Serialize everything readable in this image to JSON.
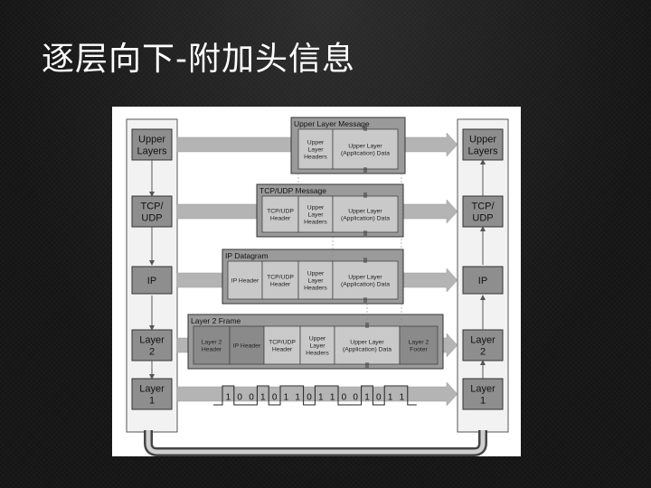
{
  "slide": {
    "title": "逐层向下-附加头信息"
  },
  "diagram": {
    "stack_left": {
      "layers": [
        "Upper\nLayers",
        "TCP/\nUDP",
        "IP",
        "Layer\n2",
        "Layer\n1"
      ]
    },
    "stack_right": {
      "layers": [
        "Upper\nLayers",
        "TCP/\nUDP",
        "IP",
        "Layer\n2",
        "Layer\n1"
      ]
    },
    "messages": [
      {
        "title": "Upper Layer Message",
        "fields": [
          "Upper\nLayer\nHeaders",
          "Upper Layer\n(Application) Data"
        ]
      },
      {
        "title": "TCP/UDP Message",
        "fields": [
          "TCP/UDP\nHeader",
          "Upper\nLayer\nHeaders",
          "Upper Layer\n(Application) Data"
        ]
      },
      {
        "title": "IP Datagram",
        "fields": [
          "IP Header",
          "TCP/UDP\nHeader",
          "Upper\nLayer\nHeaders",
          "Upper Layer\n(Application) Data"
        ]
      },
      {
        "title": "Layer 2 Frame",
        "fields": [
          "Layer 2\nHeader",
          "IP Header",
          "TCP/UDP\nHeader",
          "Upper\nLayer\nHeaders",
          "Upper Layer\n(Application) Data",
          "Layer 2\nFooter"
        ]
      }
    ],
    "bit_stream": [
      "1",
      "0",
      "0",
      "1",
      "0",
      "1",
      "1",
      "0",
      "1",
      "1",
      "0",
      "0",
      "1",
      "0",
      "1",
      "1"
    ],
    "colors": {
      "layer_box": "#8e8e8e",
      "stack_bg": "#f2f2f2",
      "arrow": "#b4b4b4",
      "message_outer": "#9a9a9a",
      "message_inner": "#c9c9c9",
      "dark_field": "#8a8a8a"
    }
  }
}
